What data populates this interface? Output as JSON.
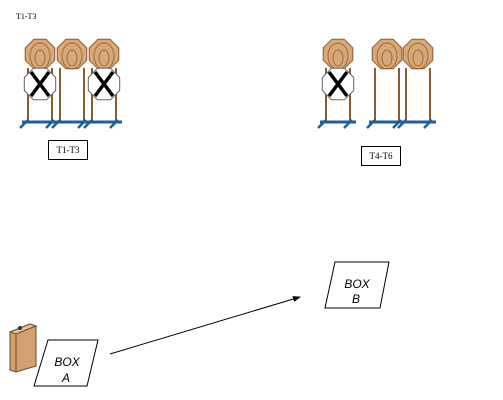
{
  "top_label": "T1-T3",
  "target_groups": [
    {
      "label": "T1-T3",
      "targets": [
        {
          "no_shoot": true
        },
        {
          "no_shoot": false
        },
        {
          "no_shoot": true
        }
      ]
    },
    {
      "label": "T4-T6",
      "targets": [
        {
          "no_shoot": true
        },
        {
          "no_shoot": false
        },
        {
          "no_shoot": false
        }
      ]
    }
  ],
  "boxes": [
    {
      "line1": "BOX",
      "line2": "A"
    },
    {
      "line1": "BOX",
      "line2": "B"
    }
  ],
  "colors": {
    "steel": "#d9a877",
    "steel_stroke": "#8a5a33",
    "stand_leg": "#8a5a33",
    "stand_base": "#1f5f9a",
    "no_shoot_fill": "#ffffff",
    "no_shoot_mark": "#000000",
    "prop": "#d2a16f"
  }
}
